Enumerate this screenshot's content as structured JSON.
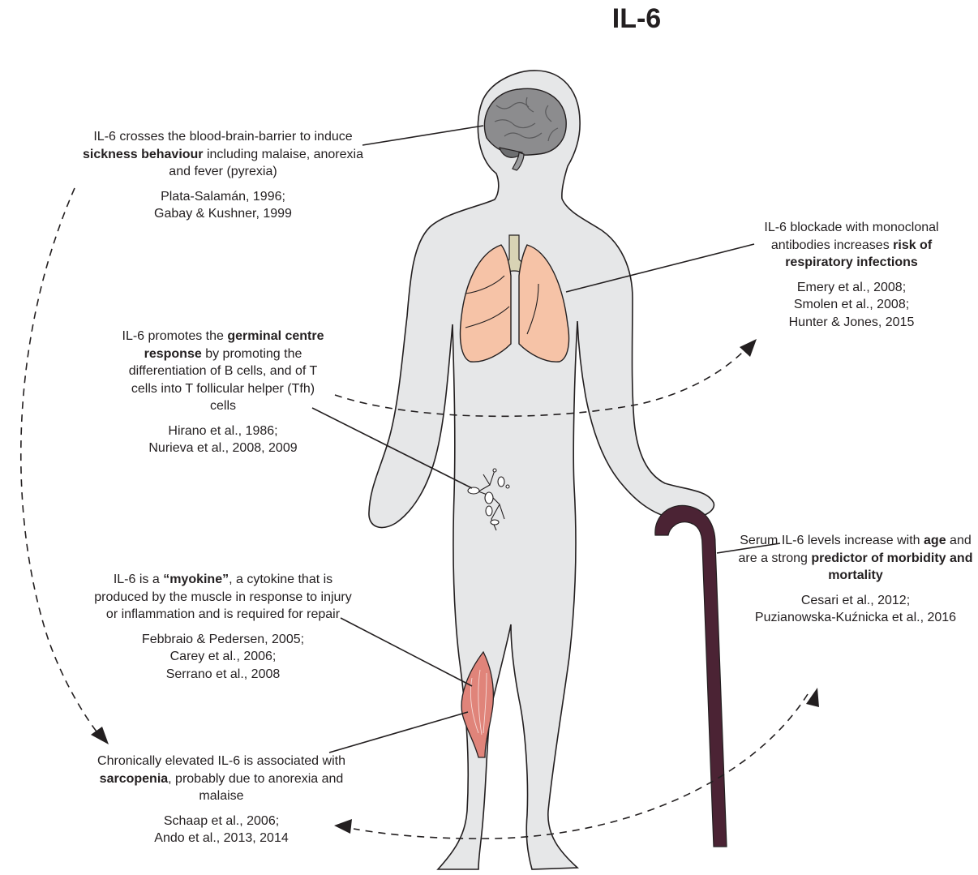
{
  "title": "IL-6",
  "callouts": {
    "brain": {
      "pre": "IL-6 crosses the blood-brain-barrier to induce ",
      "bold": "sickness behaviour",
      "post": " including malaise, anorexia and fever (pyrexia)",
      "refs": [
        "Plata-Salamán, 1996;",
        "Gabay & Kushner, 1999"
      ]
    },
    "lungs": {
      "pre": "IL-6 blockade with monoclonal antibodies increases ",
      "bold": "risk of respiratory infections",
      "post": "",
      "refs": [
        "Emery et al., 2008;",
        "Smolen et al., 2008;",
        "Hunter & Jones, 2015"
      ]
    },
    "germinal": {
      "pre": "IL-6 promotes the ",
      "bold": "germinal centre response",
      "post": " by promoting the differentiation of B cells, and of T cells into T follicular helper (Tfh) cells",
      "refs": [
        "Hirano et al., 1986;",
        "Nurieva et al., 2008, 2009"
      ]
    },
    "myokine": {
      "pre": "IL-6 is a ",
      "bold": "“myokine”",
      "post": ", a cytokine that is produced by the muscle in response to injury or inflammation and is required for repair",
      "refs": [
        "Febbraio & Pedersen, 2005;",
        "Carey et al., 2006;",
        "Serrano et al., 2008"
      ]
    },
    "age": {
      "pre": "Serum IL-6 levels increase with ",
      "bold": "age",
      "mid": " and are a strong ",
      "bold2": "predictor of morbidity and mortality",
      "refs": [
        "Cesari et al., 2012;",
        "Puzianowska-Kuźnicka et al., 2016"
      ]
    },
    "sarcopenia": {
      "pre": "Chronically elevated IL-6 is associated with ",
      "bold": "sarcopenia",
      "post": ", probably due to anorexia and malaise",
      "refs": [
        "Schaap et al., 2006;",
        "Ando et al., 2013, 2014"
      ]
    }
  },
  "colors": {
    "body_fill": "#e6e7e8",
    "outline": "#231f20",
    "brain": "#8c8c8e",
    "lungs": "#f6c3a7",
    "trachea": "#d8d3b5",
    "muscle": "#e0847a",
    "cane": "#4b2334"
  }
}
